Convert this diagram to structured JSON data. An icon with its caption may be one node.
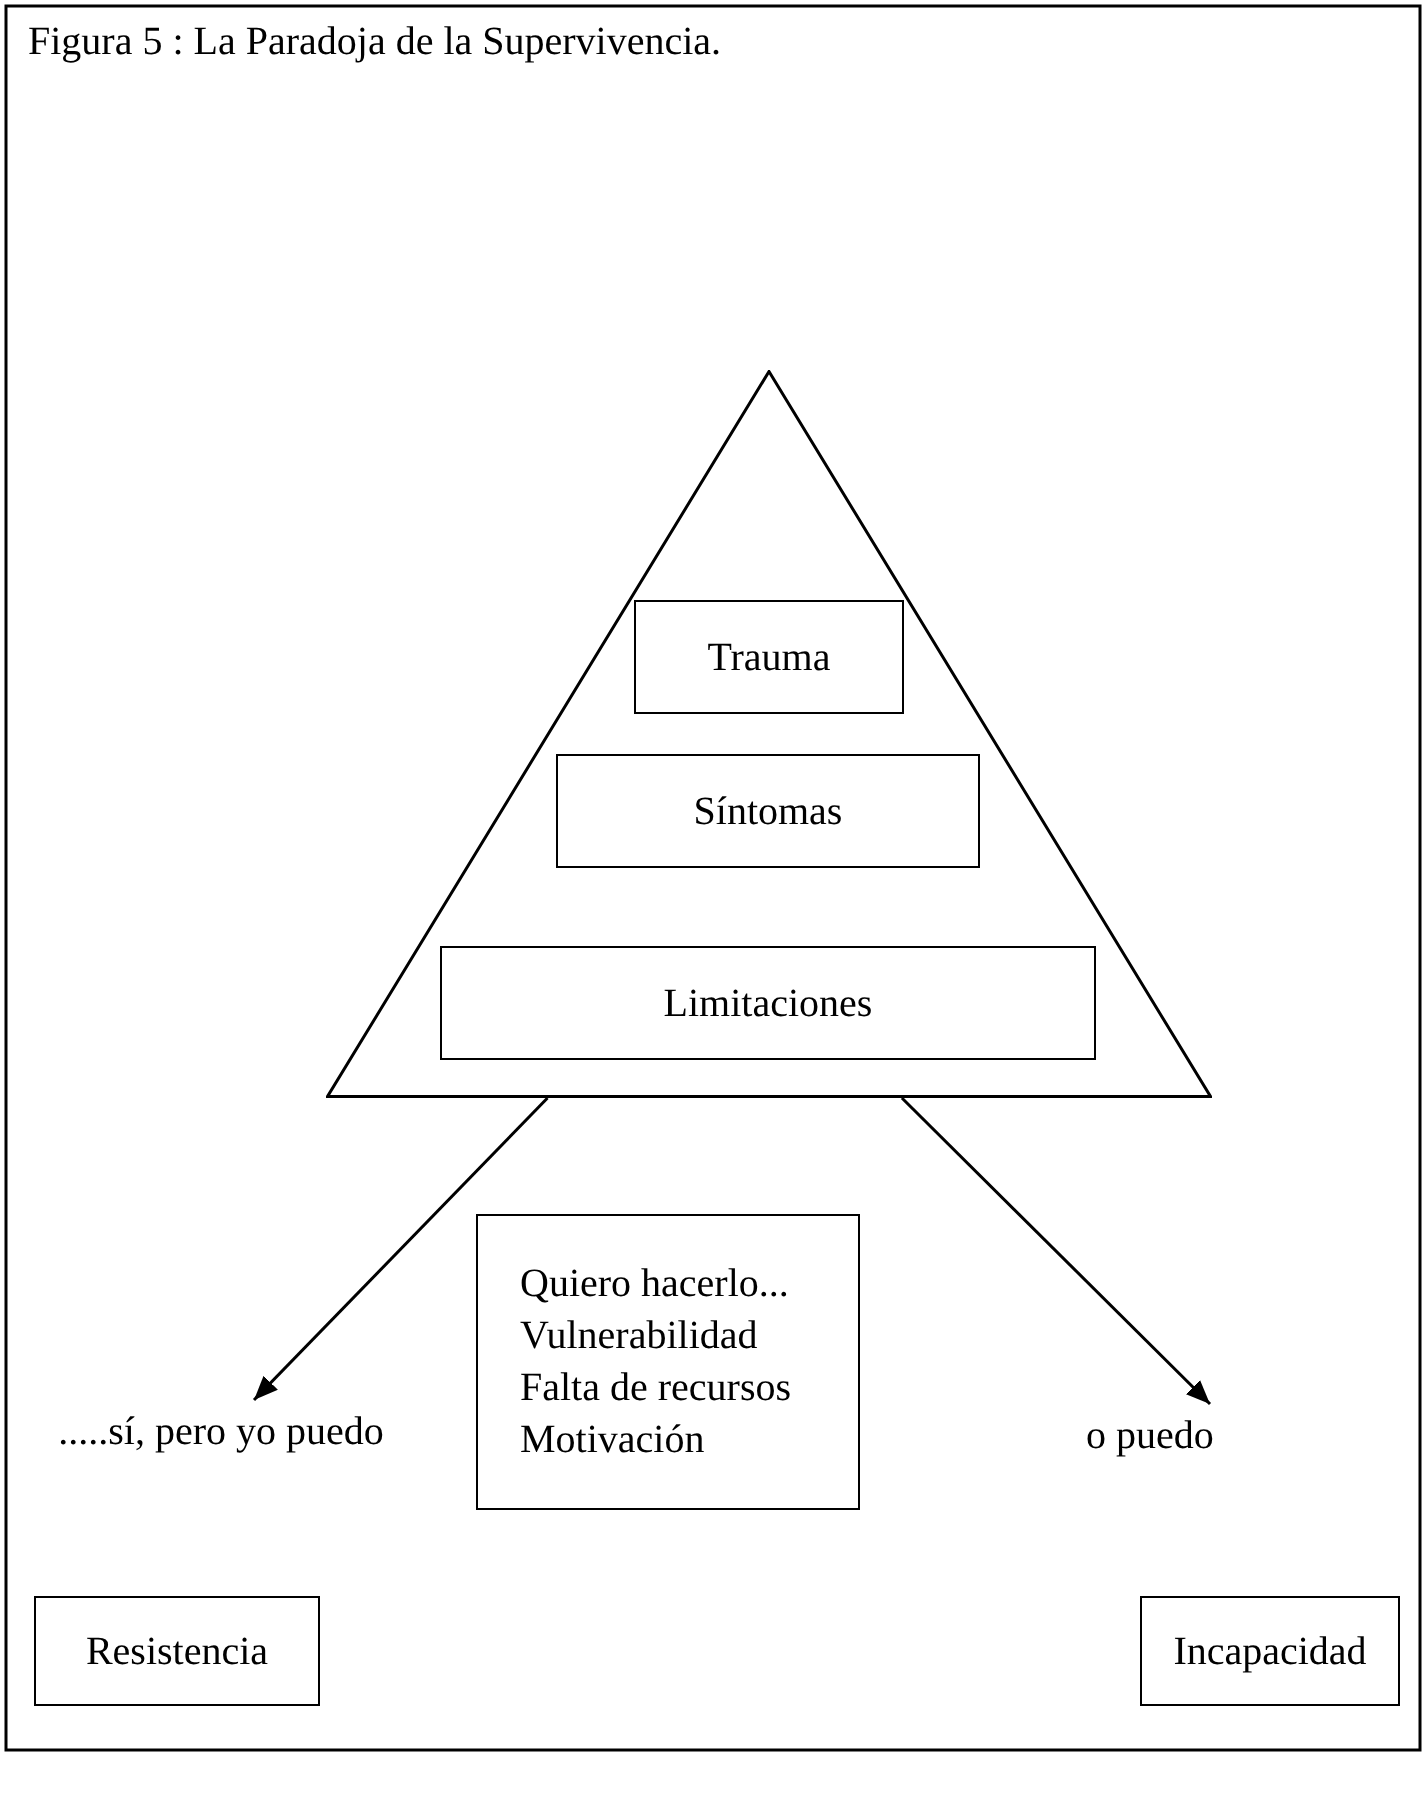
{
  "diagram": {
    "title": "Figura 5 : La Paradoja de la Supervivencia.",
    "nodes": [
      {
        "text": [],
        "shape": "triangle"
      },
      {
        "text": [
          "Trauma"
        ],
        "in": 0
      },
      {
        "text": [
          "Síntomas"
        ],
        "in": 0
      },
      {
        "text": [
          "Limitaciones"
        ],
        "in": 0
      },
      {
        "text": [
          "Quiero hacerlo...",
          "Vulnerabilidad",
          "Falta de recursos",
          "Motivación"
        ]
      },
      {
        "text": [
          ".....sí, pero yo puedo"
        ]
      },
      {
        "text": [
          "o puedo"
        ]
      },
      {
        "text": [
          "Resistencia"
        ]
      },
      {
        "text": [
          "Incapacidad"
        ]
      }
    ],
    "edges": [
      {
        "from": 0,
        "to": 5,
        "arrow": "to"
      },
      {
        "from": 0,
        "to": 6,
        "arrow": "to"
      }
    ]
  }
}
